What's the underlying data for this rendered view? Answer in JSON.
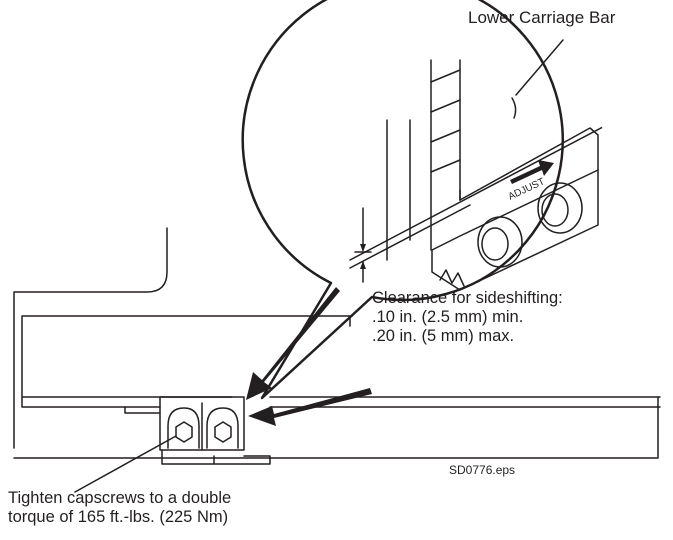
{
  "labels": {
    "lower_carriage_bar": "Lower Carriage Bar",
    "adjust_arrow": "ADJUST",
    "clearance_heading": "Clearance for sideshifting:",
    "clearance_min": ".10 in. (2.5 mm) min.",
    "clearance_max": ".20 in. (5 mm) max.",
    "capscrew_line1": "Tighten capscrews to a double",
    "capscrew_line2": "torque of 165 ft.-lbs. (225 Nm)",
    "file_id": "SD0776.eps"
  },
  "colors": {
    "ink": "#231f20",
    "background": "#ffffff"
  }
}
